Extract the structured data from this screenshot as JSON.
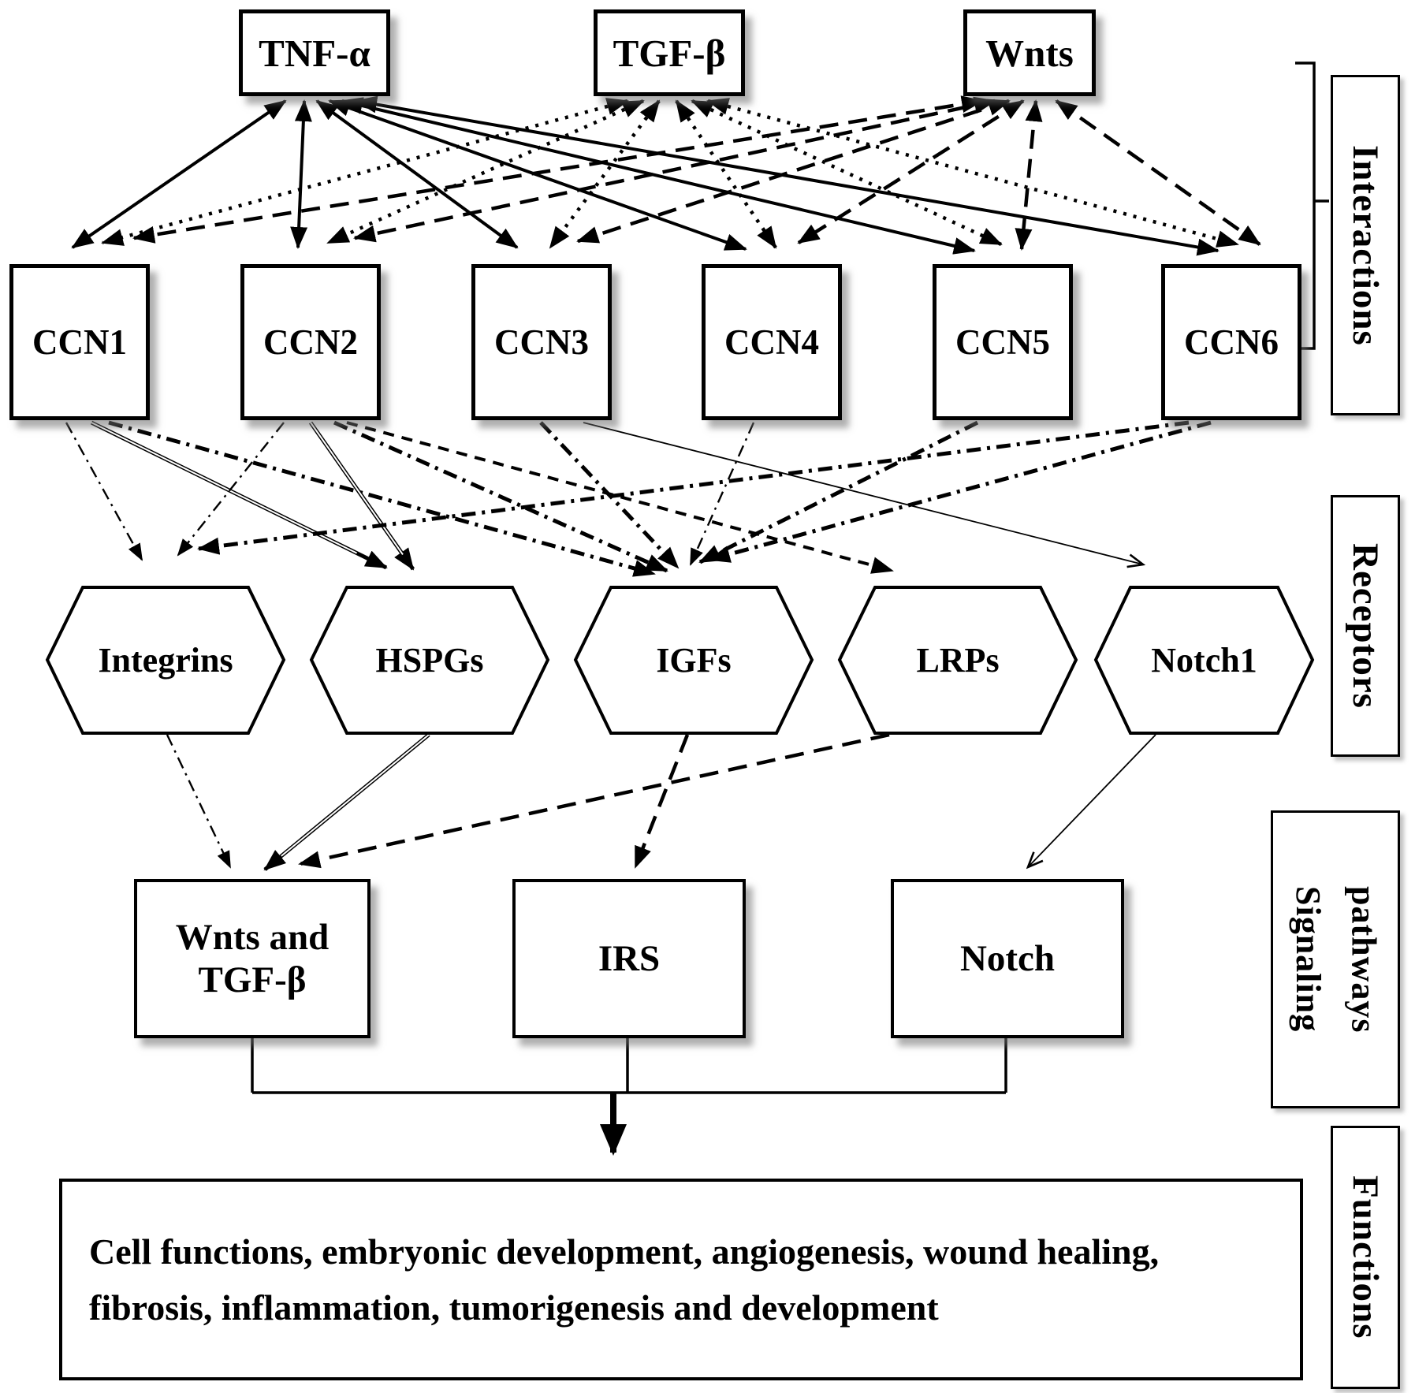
{
  "nodes": {
    "cytokines": [
      {
        "id": "tnf",
        "label": "TNF-α"
      },
      {
        "id": "tgf",
        "label": "TGF-β"
      },
      {
        "id": "wnts",
        "label": "Wnts"
      }
    ],
    "ccn": [
      {
        "id": "ccn1",
        "label": "CCN1"
      },
      {
        "id": "ccn2",
        "label": "CCN2"
      },
      {
        "id": "ccn3",
        "label": "CCN3"
      },
      {
        "id": "ccn4",
        "label": "CCN4"
      },
      {
        "id": "ccn5",
        "label": "CCN5"
      },
      {
        "id": "ccn6",
        "label": "CCN6"
      }
    ],
    "receptors": [
      {
        "id": "integrins",
        "label": "Integrins"
      },
      {
        "id": "hspgs",
        "label": "HSPGs"
      },
      {
        "id": "igfs",
        "label": "IGFs"
      },
      {
        "id": "lrps",
        "label": "LRPs"
      },
      {
        "id": "notch1",
        "label": "Notch1"
      }
    ],
    "pathways": [
      {
        "id": "wnt_tgf",
        "label": "Wnts and TGF-β"
      },
      {
        "id": "irs",
        "label": "IRS"
      },
      {
        "id": "notch",
        "label": "Notch"
      }
    ],
    "functions": {
      "label": "Cell functions, embryonic development, angiogenesis, wound healing, fibrosis, inflammation, tumorigenesis and development"
    }
  },
  "side_labels": [
    {
      "id": "interactions",
      "label": "Interactions"
    },
    {
      "id": "receptors",
      "label": "Receptors"
    },
    {
      "id": "signaling",
      "label": "Signaling pathways"
    },
    {
      "id": "functions",
      "label": "Functions"
    }
  ],
  "colors": {
    "ink": "#000000",
    "paper": "#ffffff"
  },
  "edges": [
    {
      "from": "tnf",
      "to": "ccn1",
      "style": "solid_bold",
      "heads": "both",
      "p": [
        362,
        128,
        92,
        314
      ]
    },
    {
      "from": "tnf",
      "to": "ccn2",
      "style": "solid_bold",
      "heads": "both",
      "p": [
        386,
        128,
        378,
        314
      ]
    },
    {
      "from": "tnf",
      "to": "ccn3",
      "style": "solid_bold",
      "heads": "both",
      "p": [
        402,
        128,
        656,
        314
      ]
    },
    {
      "from": "tnf",
      "to": "ccn4",
      "style": "solid_bold",
      "heads": "both",
      "p": [
        418,
        128,
        946,
        316
      ]
    },
    {
      "from": "tnf",
      "to": "ccn5",
      "style": "solid_bold",
      "heads": "both",
      "p": [
        434,
        128,
        1236,
        318
      ]
    },
    {
      "from": "tnf",
      "to": "ccn6",
      "style": "solid_bold",
      "heads": "both",
      "p": [
        452,
        128,
        1545,
        318
      ]
    },
    {
      "from": "tgf",
      "to": "ccn1",
      "style": "dotted_bold",
      "heads": "both",
      "p": [
        796,
        128,
        130,
        308
      ]
    },
    {
      "from": "tgf",
      "to": "ccn2",
      "style": "dotted_bold",
      "heads": "both",
      "p": [
        816,
        128,
        416,
        308
      ]
    },
    {
      "from": "tgf",
      "to": "ccn3",
      "style": "dotted_bold",
      "heads": "both",
      "p": [
        836,
        128,
        698,
        314
      ]
    },
    {
      "from": "tgf",
      "to": "ccn4",
      "style": "dotted_bold",
      "heads": "both",
      "p": [
        858,
        128,
        984,
        314
      ]
    },
    {
      "from": "tgf",
      "to": "ccn5",
      "style": "dotted_bold",
      "heads": "both",
      "p": [
        878,
        128,
        1270,
        310
      ]
    },
    {
      "from": "tgf",
      "to": "ccn6",
      "style": "dotted_bold",
      "heads": "both",
      "p": [
        898,
        128,
        1570,
        310
      ]
    },
    {
      "from": "wnts",
      "to": "ccn1",
      "style": "dashed_bold",
      "heads": "both",
      "p": [
        1246,
        128,
        170,
        302
      ]
    },
    {
      "from": "wnts",
      "to": "ccn2",
      "style": "dashed_bold",
      "heads": "both",
      "p": [
        1262,
        128,
        450,
        302
      ]
    },
    {
      "from": "wnts",
      "to": "ccn3",
      "style": "dashed_bold",
      "heads": "both",
      "p": [
        1280,
        128,
        733,
        306
      ]
    },
    {
      "from": "wnts",
      "to": "ccn4",
      "style": "dashed_bold",
      "heads": "both",
      "p": [
        1298,
        128,
        1013,
        308
      ]
    },
    {
      "from": "wnts",
      "to": "ccn5",
      "style": "dashed_bold",
      "heads": "both",
      "p": [
        1314,
        128,
        1296,
        316
      ]
    },
    {
      "from": "wnts",
      "to": "ccn6",
      "style": "dashed_bold",
      "heads": "both",
      "p": [
        1340,
        128,
        1598,
        310
      ]
    },
    {
      "from": "ccn1",
      "to": "integrins",
      "style": "dashdot_thin",
      "heads": "end",
      "p": [
        84,
        536,
        180,
        710
      ]
    },
    {
      "from": "ccn1",
      "to": "hspgs",
      "style": "double_thin",
      "heads": "end",
      "p": [
        116,
        536,
        490,
        720
      ]
    },
    {
      "from": "ccn1",
      "to": "igfs",
      "style": "dashdot_bold",
      "heads": "end",
      "p": [
        138,
        536,
        830,
        728
      ]
    },
    {
      "from": "ccn2",
      "to": "integrins",
      "style": "dashdot_thin",
      "heads": "end",
      "p": [
        360,
        536,
        226,
        704
      ]
    },
    {
      "from": "ccn2",
      "to": "hspgs",
      "style": "double_thin",
      "heads": "end",
      "p": [
        394,
        536,
        524,
        722
      ]
    },
    {
      "from": "ccn2",
      "to": "igfs",
      "style": "dashdot_bold",
      "heads": "end",
      "p": [
        424,
        536,
        846,
        724
      ]
    },
    {
      "from": "ccn2",
      "to": "lrps",
      "style": "dashed_mid",
      "heads": "end",
      "p": [
        440,
        536,
        1132,
        724
      ]
    },
    {
      "from": "ccn3",
      "to": "igfs",
      "style": "dashdot_bold",
      "heads": "end",
      "p": [
        686,
        536,
        860,
        720
      ]
    },
    {
      "from": "ccn3",
      "to": "notch1",
      "style": "thin_solid",
      "heads": "end",
      "p": [
        740,
        536,
        1450,
        716
      ]
    },
    {
      "from": "ccn4",
      "to": "igfs",
      "style": "dashdot_thin",
      "heads": "end",
      "p": [
        956,
        536,
        876,
        716
      ]
    },
    {
      "from": "ccn5",
      "to": "igfs",
      "style": "dashdot_bold",
      "heads": "end",
      "p": [
        1240,
        536,
        888,
        713
      ]
    },
    {
      "from": "ccn6",
      "to": "igfs",
      "style": "dashdot_bold",
      "heads": "end",
      "p": [
        1536,
        536,
        900,
        710
      ]
    },
    {
      "from": "ccn6",
      "to": "integrins",
      "style": "dashdot_bold",
      "heads": "end",
      "p": [
        1508,
        536,
        252,
        696
      ]
    },
    {
      "from": "integrins",
      "to": "wnt_tgf",
      "style": "dashdot_thin",
      "heads": "end",
      "p": [
        212,
        932,
        292,
        1100
      ]
    },
    {
      "from": "hspgs",
      "to": "wnt_tgf",
      "style": "double_thin",
      "heads": "end",
      "p": [
        544,
        932,
        336,
        1103
      ]
    },
    {
      "from": "lrps",
      "to": "wnt_tgf",
      "style": "dashed_bold",
      "heads": "end",
      "p": [
        1128,
        932,
        380,
        1096
      ]
    },
    {
      "from": "igfs",
      "to": "irs",
      "style": "dashed_bold",
      "heads": "end",
      "p": [
        872,
        932,
        806,
        1100
      ]
    },
    {
      "from": "notch1",
      "to": "notch",
      "style": "thin_solid",
      "heads": "end",
      "p": [
        1466,
        932,
        1304,
        1100
      ]
    },
    {
      "from": "wnt_tgf",
      "to": "junction",
      "style": "plain",
      "heads": "none",
      "p": [
        320,
        1317,
        320,
        1386
      ]
    },
    {
      "from": "irs",
      "to": "junction",
      "style": "plain",
      "heads": "none",
      "p": [
        796,
        1317,
        796,
        1386
      ]
    },
    {
      "from": "notch",
      "to": "junction",
      "style": "plain",
      "heads": "none",
      "p": [
        1276,
        1317,
        1276,
        1386
      ]
    },
    {
      "from": "junction",
      "to": "junction",
      "style": "plain",
      "heads": "none",
      "p": [
        320,
        1386,
        1276,
        1386
      ]
    },
    {
      "from": "junction",
      "to": "functions",
      "style": "thick_solid",
      "heads": "end",
      "p": [
        778,
        1386,
        778,
        1462
      ]
    }
  ]
}
